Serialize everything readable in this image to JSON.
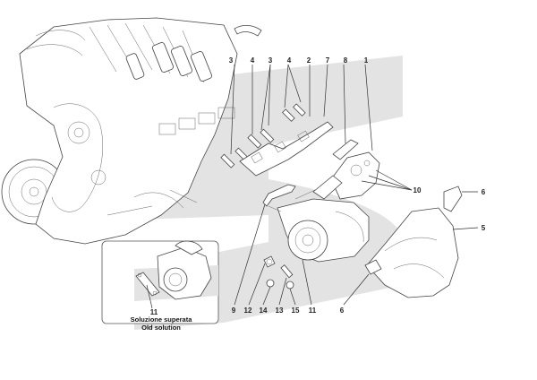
{
  "callouts": {
    "c1": "1",
    "c2": "2",
    "c3a": "3",
    "c3b": "3",
    "c4a": "4",
    "c4b": "4",
    "c5": "5",
    "c6a": "6",
    "c6b": "6",
    "c7": "7",
    "c8": "8",
    "c9": "9",
    "c10": "10",
    "c11a": "11",
    "c11b": "11",
    "c12": "12",
    "c13": "13",
    "c14": "14",
    "c15": "15"
  },
  "inset": {
    "caption_it": "Soluzione superata",
    "caption_en": "Old solution"
  },
  "colors": {
    "band": "#e3e3e3",
    "ink": "#333333"
  }
}
